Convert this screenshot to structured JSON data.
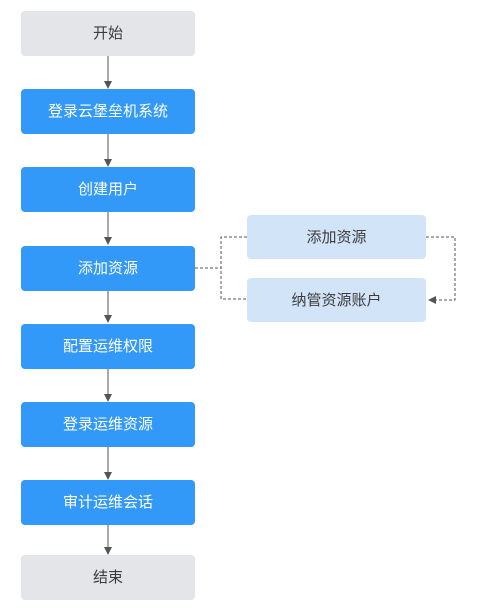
{
  "flow": {
    "start": "开始",
    "steps": [
      "登录云堡垒机系统",
      "创建用户",
      "添加资源",
      "配置运维权限",
      "登录运维资源",
      "审计运维会话"
    ],
    "end": "结束"
  },
  "sub_steps": [
    "添加资源",
    "纳管资源账户"
  ],
  "colors": {
    "terminal_fill": "#e3e5e8",
    "step_fill": "#3399f8",
    "sub_fill": "#d2e5f8",
    "connector": "#555555"
  }
}
